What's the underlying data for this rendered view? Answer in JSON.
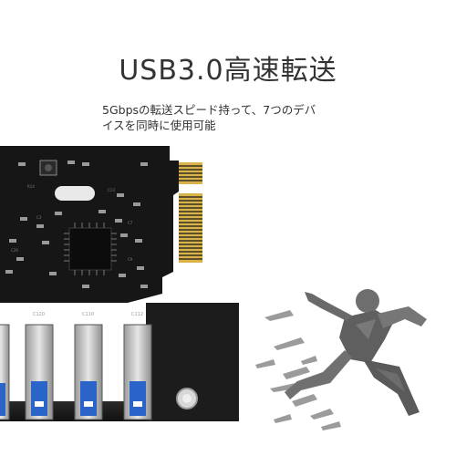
{
  "headline": "USB3.0高速転送",
  "subtext": {
    "line1": "5Gbpsの転送スピード持って、7つのデバ",
    "line2": "イスを同時に使用可能"
  },
  "board_labels": {
    "port_label_1": "C120",
    "port_label_2": "C110",
    "port_label_3": "C112"
  },
  "icons": [
    "pcie-usb-card",
    "sprinter-figure"
  ],
  "colors": {
    "board": "#161616",
    "gold_contacts": "#d9b24a",
    "port_metal": "#cfcfcf",
    "usb_blue": "#2a64c8",
    "text": "#333333"
  }
}
